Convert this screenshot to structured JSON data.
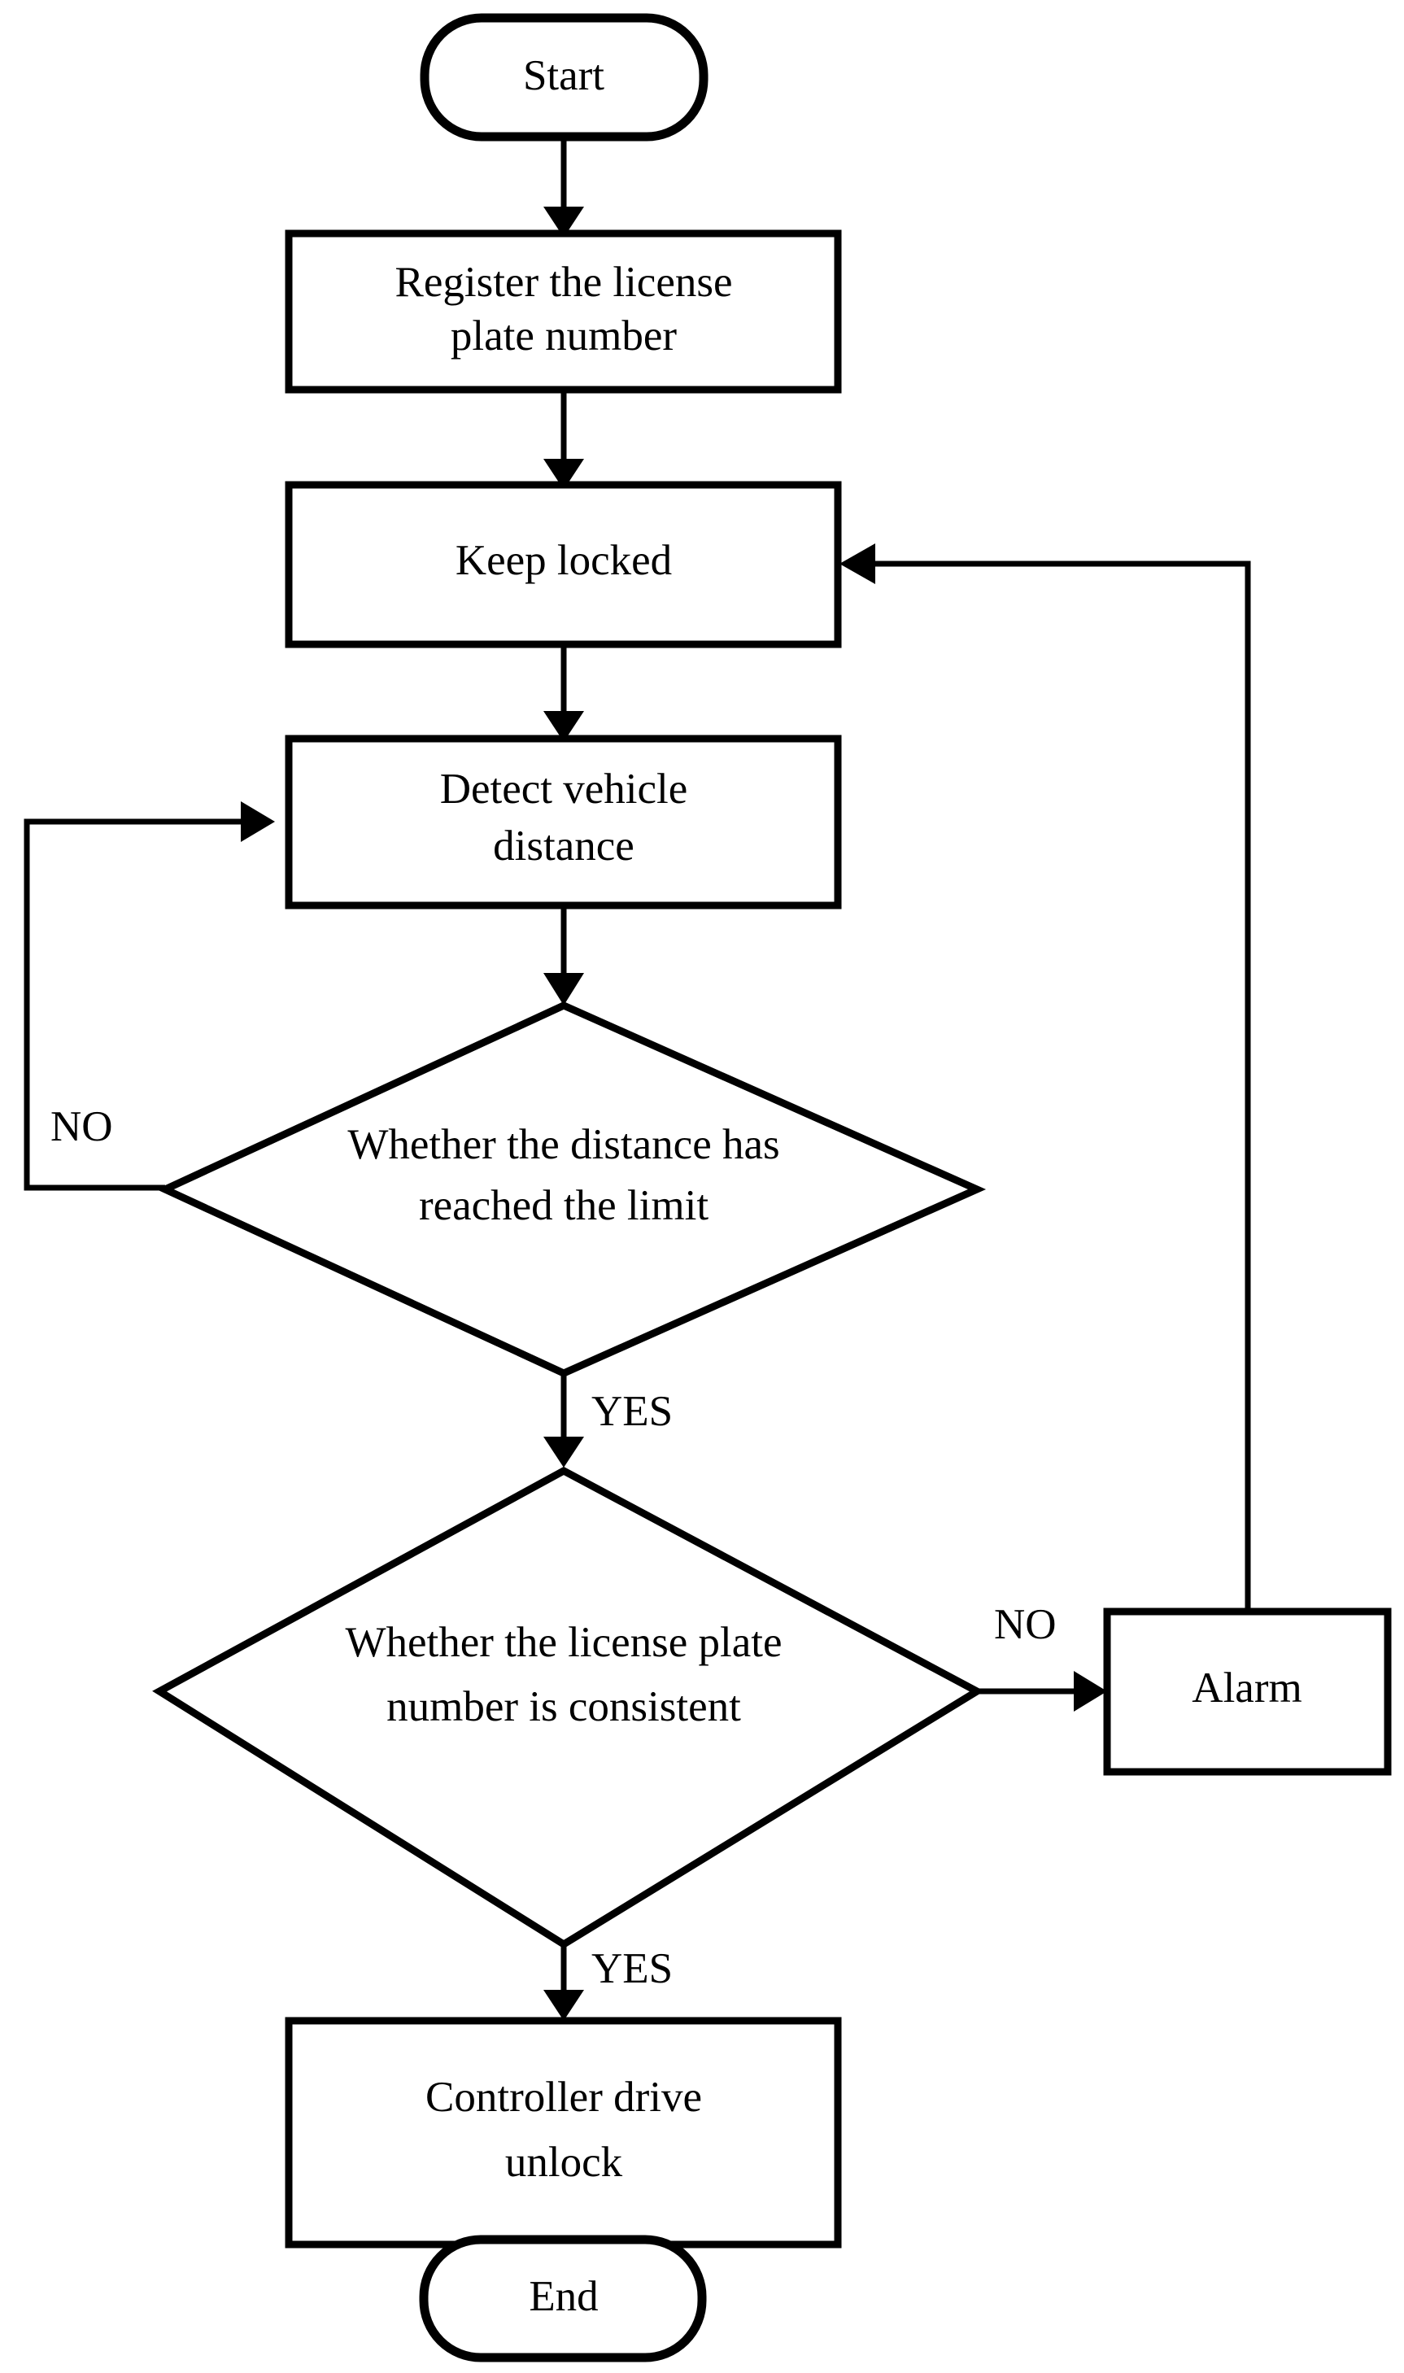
{
  "diagram": {
    "type": "flowchart",
    "orientation": "vertical",
    "background_color": "#ffffff",
    "stroke_color": "#000000",
    "text_color": "#000000",
    "nodes": {
      "start": {
        "label": "Start",
        "shape": "terminator-capsule"
      },
      "register": {
        "label_line1": "Register the license",
        "label_line2": "plate number",
        "shape": "process-rectangle"
      },
      "keep_locked": {
        "label": "Keep locked",
        "shape": "process-rectangle"
      },
      "detect": {
        "label_line1": "Detect vehicle",
        "label_line2": "distance",
        "shape": "process-rectangle"
      },
      "decision_distance": {
        "label_line1": "Whether the distance has",
        "label_line2": "reached the limit",
        "shape": "decision-diamond"
      },
      "decision_plate": {
        "label_line1": "Whether the license plate",
        "label_line2": "number is consistent",
        "shape": "decision-diamond"
      },
      "alarm": {
        "label": "Alarm",
        "shape": "process-rectangle"
      },
      "controller": {
        "label_line1": "Controller drive",
        "label_line2": "unlock",
        "shape": "process-rectangle"
      },
      "end": {
        "label": "End",
        "shape": "terminator-capsule"
      }
    },
    "edge_labels": {
      "distance_no": "NO",
      "distance_yes": "YES",
      "plate_no": "NO",
      "plate_yes": "YES"
    },
    "edges": [
      {
        "from": "start",
        "to": "register",
        "label": ""
      },
      {
        "from": "register",
        "to": "keep_locked",
        "label": ""
      },
      {
        "from": "keep_locked",
        "to": "detect",
        "label": ""
      },
      {
        "from": "detect",
        "to": "decision_distance",
        "label": ""
      },
      {
        "from": "decision_distance",
        "to": "detect",
        "label": "NO"
      },
      {
        "from": "decision_distance",
        "to": "decision_plate",
        "label": "YES"
      },
      {
        "from": "decision_plate",
        "to": "alarm",
        "label": "NO"
      },
      {
        "from": "decision_plate",
        "to": "controller",
        "label": "YES"
      },
      {
        "from": "alarm",
        "to": "keep_locked",
        "label": ""
      },
      {
        "from": "controller",
        "to": "end",
        "label": ""
      }
    ]
  }
}
